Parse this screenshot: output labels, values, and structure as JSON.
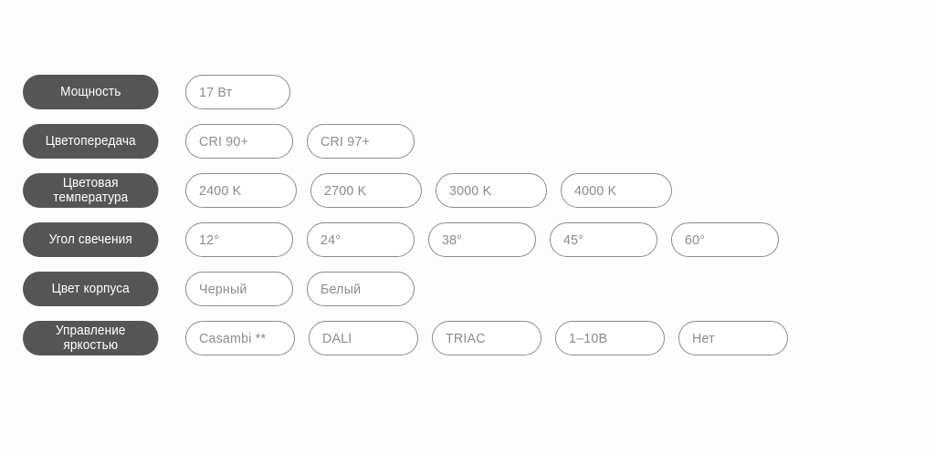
{
  "spec_table": {
    "rows": [
      {
        "label": "Мощность",
        "label_lines": 1,
        "options": [
          {
            "text": "17 Вт"
          }
        ]
      },
      {
        "label": "Цветопередача",
        "label_lines": 1,
        "options": [
          {
            "text": "CRI 90+"
          },
          {
            "text": "CRI 97+"
          }
        ]
      },
      {
        "label": "Цветовая\nтемпература",
        "label_lines": 2,
        "options": [
          {
            "text": "2400 K"
          },
          {
            "text": "2700 K"
          },
          {
            "text": "3000 K"
          },
          {
            "text": "4000 K"
          }
        ]
      },
      {
        "label": "Угол свечения",
        "label_lines": 1,
        "options": [
          {
            "text": "12°"
          },
          {
            "text": "24°"
          },
          {
            "text": "38°"
          },
          {
            "text": "45°"
          },
          {
            "text": "60°"
          }
        ]
      },
      {
        "label": "Цвет корпуса",
        "label_lines": 1,
        "options": [
          {
            "text": "Черный"
          },
          {
            "text": "Белый"
          }
        ]
      },
      {
        "label": "Управление\nяркостью",
        "label_lines": 2,
        "options": [
          {
            "text": "Casambi **"
          },
          {
            "text": "DALI"
          },
          {
            "text": "TRIAC"
          },
          {
            "text": "1–10В"
          },
          {
            "text": "Нет"
          }
        ]
      }
    ]
  },
  "colors": {
    "label_pill_background": "#555555",
    "label_pill_text": "#ffffff",
    "option_pill_border": "#8c8c8c",
    "option_pill_text": "#8c8c8c",
    "option_pill_background": "#ffffff",
    "page_background": "#fdfdfd"
  }
}
